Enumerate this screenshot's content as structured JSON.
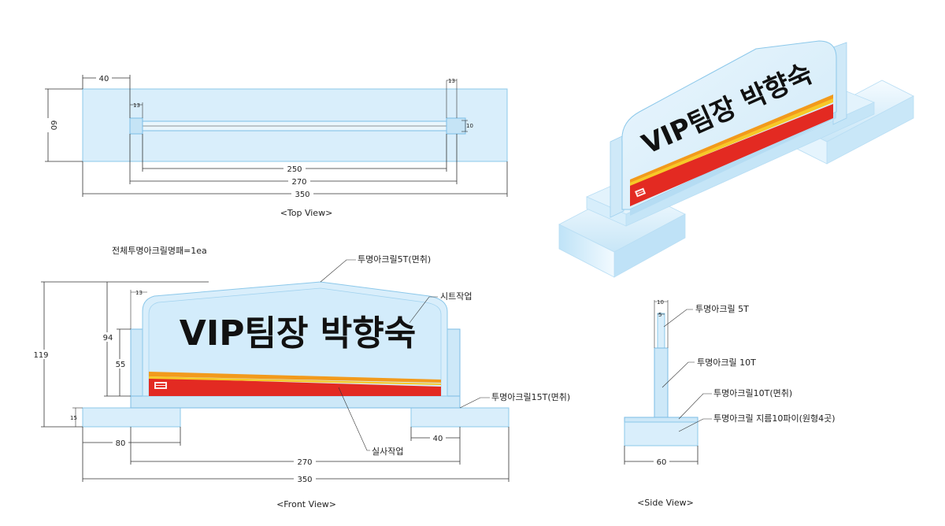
{
  "top_view": {
    "dims": {
      "d40": "40",
      "d13a": "13",
      "d13b": "13",
      "d60": "60",
      "d10": "10",
      "d250": "250",
      "d270": "270",
      "d350": "350"
    },
    "caption": "<Top View>"
  },
  "front_view": {
    "quantity_note": "전체투명아크릴명패=1ea",
    "sign_text": "VIP팀장 박향숙",
    "dims": {
      "d13": "13",
      "d94": "94",
      "d55": "55",
      "d119": "119",
      "d15": "15",
      "d80": "80",
      "d40": "40",
      "d270": "270",
      "d350": "350"
    },
    "callouts": {
      "acrylic_5t": "투명아크릴5T(면취)",
      "sheet_work": "시트작업",
      "acrylic_15t": "투명아크릴15T(면취)",
      "silk_work": "실사작업"
    },
    "caption": "<Front View>"
  },
  "side_view": {
    "dims": {
      "d10": "10",
      "d5": "5",
      "d60": "60"
    },
    "callouts": {
      "acrylic_5t": "투명아크릴 5T",
      "acrylic_10t": "투명아크릴 10T",
      "acrylic_10t_chamfer": "투명아크릴10T(면취)",
      "acrylic_rod": "투명아크릴 지름10파이(원형4곳)"
    },
    "caption": "<Side View>"
  },
  "iso_view": {
    "sign_text": "VIP팀장 박향숙"
  },
  "colors": {
    "acrylic_fill": "#d9eefb",
    "acrylic_edge": "#8cc8ea",
    "stripe_red": "#e32a22",
    "stripe_orange": "#f29a1c",
    "stripe_yellow": "#f7c928"
  }
}
